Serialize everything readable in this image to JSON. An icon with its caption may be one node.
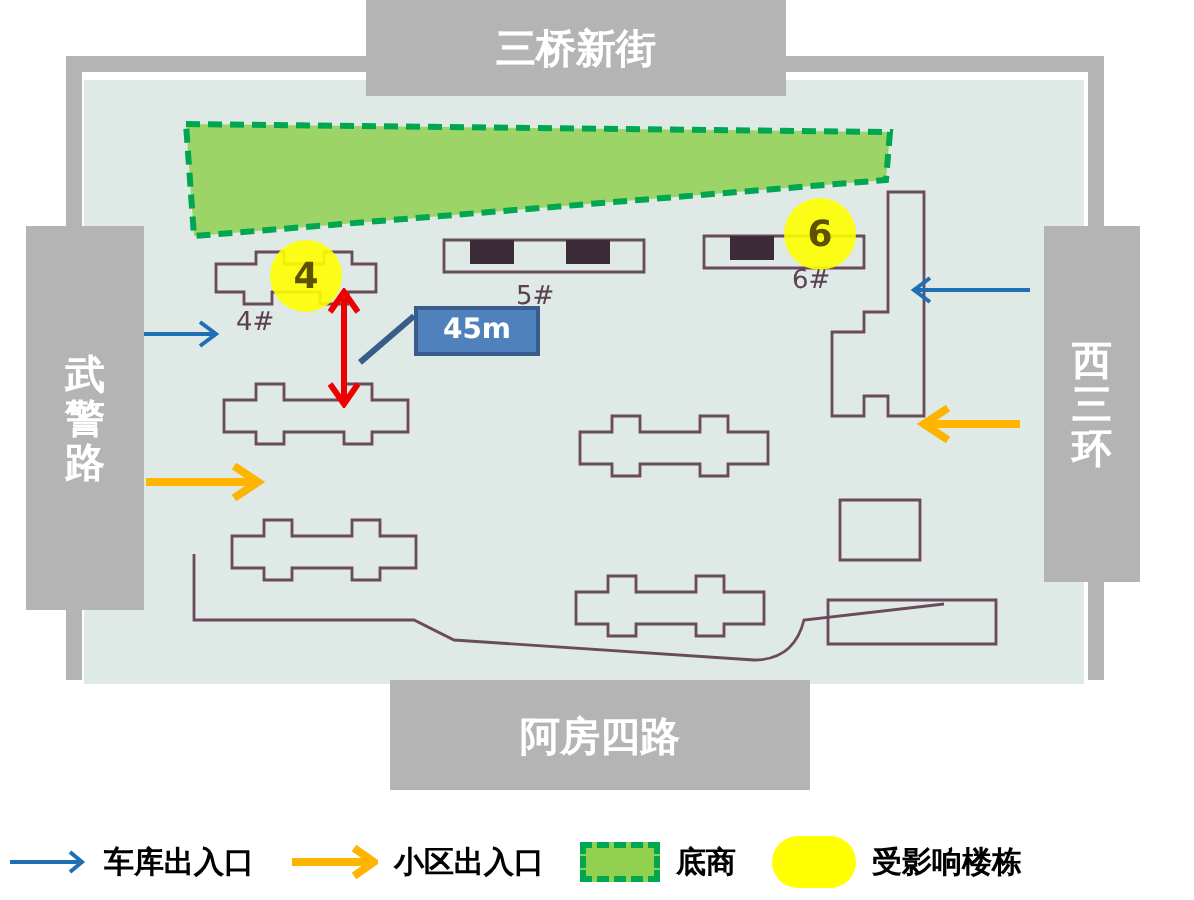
{
  "diagram": {
    "nodes": [
      {
        "text": [
          "三桥新街"
        ]
      },
      {
        "text": [
          "武警路"
        ]
      },
      {
        "text": [
          "西三环"
        ]
      },
      {
        "text": [
          "阿房四路"
        ]
      },
      {
        "text": [
          "4"
        ]
      },
      {
        "text": [
          "6"
        ]
      },
      {
        "text": [
          "45m"
        ]
      },
      {
        "text": [],
        "shape": "arrow"
      }
    ],
    "edges": [
      {
        "from": 6,
        "to": 7,
        "arrow": "none"
      }
    ],
    "labels": [
      "4#",
      "5#",
      "6#"
    ],
    "legend": [
      {
        "text": "车库出入口"
      },
      {
        "text": "小区出入口"
      },
      {
        "text": "底商",
        "color": "#92d050"
      },
      {
        "text": "受影响楼栋",
        "color": "#ffff00"
      }
    ]
  }
}
